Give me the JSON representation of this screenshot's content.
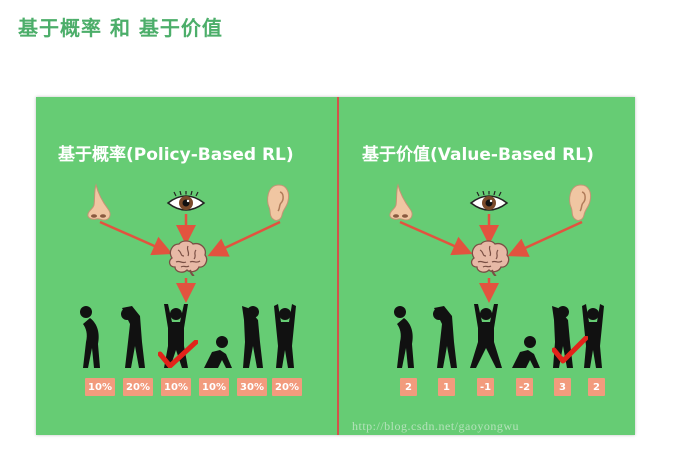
{
  "slide": {
    "title": "基于概率 和 基于价值"
  },
  "left_panel": {
    "heading": "基于概率(Policy-Based RL)",
    "actions": [
      "10%",
      "20%",
      "10%",
      "10%",
      "30%",
      "20%"
    ],
    "selected_index": 2
  },
  "right_panel": {
    "heading": "基于价值(Value-Based RL)",
    "actions": [
      "2",
      "1",
      "-1",
      "-2",
      "3",
      "2"
    ],
    "selected_index": 4
  },
  "watermark": "http://blog.csdn.net/gaoyongwu",
  "icons": [
    "nose-icon",
    "eye-icon",
    "ear-icon",
    "brain-icon",
    "checkmark-icon"
  ],
  "colors": {
    "background": "#66cc74",
    "title": "#4cae6a",
    "arrow": "#e2533f",
    "chip": "#f29b7d",
    "check": "#e2231a"
  }
}
